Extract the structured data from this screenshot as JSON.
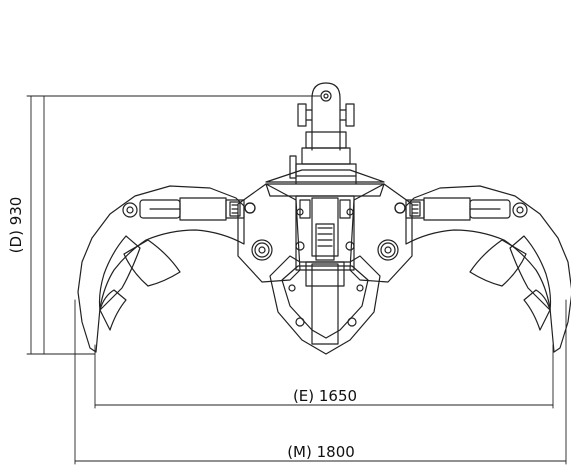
{
  "diagram": {
    "dimensions": {
      "height_label": "(D) 930",
      "inner_width_label": "(E) 1650",
      "outer_width_label": "(M) 1800"
    },
    "colors": {
      "line": "#222222",
      "background": "#ffffff"
    },
    "parts": [
      "top-hook-bracket",
      "rotator-housing",
      "center-frame",
      "left-jaw",
      "right-jaw",
      "left-hydraulic-cylinder",
      "right-hydraulic-cylinder"
    ]
  }
}
